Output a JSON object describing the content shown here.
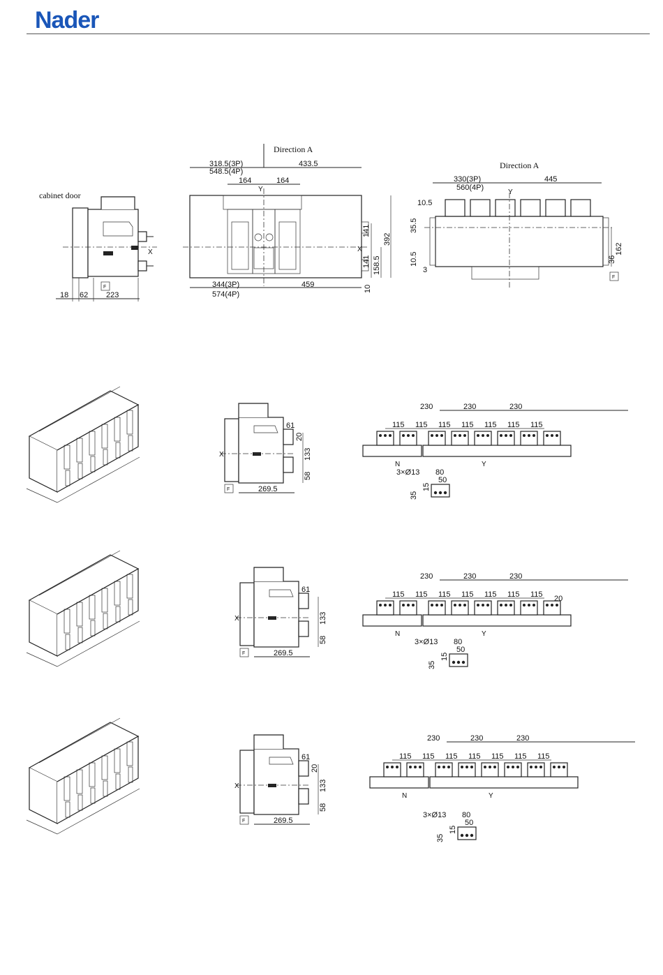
{
  "header": {
    "logo": "Nader"
  },
  "colors": {
    "brand": "#1a56b8"
  },
  "top": {
    "cabinet_door": "cabinet door",
    "direction_a_1": "Direction A",
    "direction_a_2": "Direction A",
    "side_dims": {
      "d18": "18",
      "d62": "62",
      "d223": "223",
      "x": "X",
      "f": "F"
    },
    "front_dims": {
      "d318": "318.5(3P)",
      "d548": "548.5(4P)",
      "d433": "433.5",
      "d164a": "164",
      "d164b": "164",
      "y": "Y",
      "d344": "344(3P)",
      "d574": "574(4P)",
      "d459": "459",
      "d141a": "141",
      "d141b": "141",
      "d158": "158.5",
      "d392": "392",
      "d10": "10",
      "x": "X"
    },
    "top_dims": {
      "d330": "330(3P)",
      "d560": "560(4P)",
      "d445": "445",
      "y": "Y",
      "d10_5a": "10.5",
      "d35_5": "35.5",
      "d10_5b": "10.5",
      "d3": "3",
      "d162": "162",
      "d36": "36",
      "f": "F"
    }
  },
  "rows": [
    {
      "side": {
        "d61": "61",
        "d20": "20",
        "d133": "133",
        "d58": "58",
        "d269": "269.5",
        "x": "X",
        "f": "F"
      },
      "bars": {
        "d230": [
          "230",
          "230",
          "230"
        ],
        "d115": [
          "115",
          "115",
          "115",
          "115",
          "115",
          "115",
          "115"
        ],
        "n": "N",
        "y": "Y"
      },
      "detail": {
        "holes": "3×Ø13",
        "d80": "80",
        "d50": "50",
        "d15": "15",
        "d35": "35"
      }
    },
    {
      "side": {
        "d61": "61",
        "d20": "",
        "d133": "133",
        "d58": "58",
        "d269": "269.5",
        "x": "X",
        "f": "F"
      },
      "bars": {
        "d230": [
          "230",
          "230",
          "230"
        ],
        "d115": [
          "115",
          "115",
          "115",
          "115",
          "115",
          "115",
          "115"
        ],
        "d20": "20",
        "n": "N",
        "y": "Y"
      },
      "detail": {
        "holes": "3×Ø13",
        "d80": "80",
        "d50": "50",
        "d15": "15",
        "d35": "35"
      }
    },
    {
      "side": {
        "d61": "61",
        "d20": "20",
        "d133": "133",
        "d58": "58",
        "d269": "269.5",
        "x": "X",
        "f": "F"
      },
      "bars": {
        "d230": [
          "230",
          "230",
          "230"
        ],
        "d115": [
          "115",
          "115",
          "115",
          "115",
          "115",
          "115",
          "115"
        ],
        "n": "N",
        "y": "Y"
      },
      "detail": {
        "holes": "3×Ø13",
        "d80": "80",
        "d50": "50",
        "d15": "15",
        "d35": "35"
      }
    }
  ]
}
